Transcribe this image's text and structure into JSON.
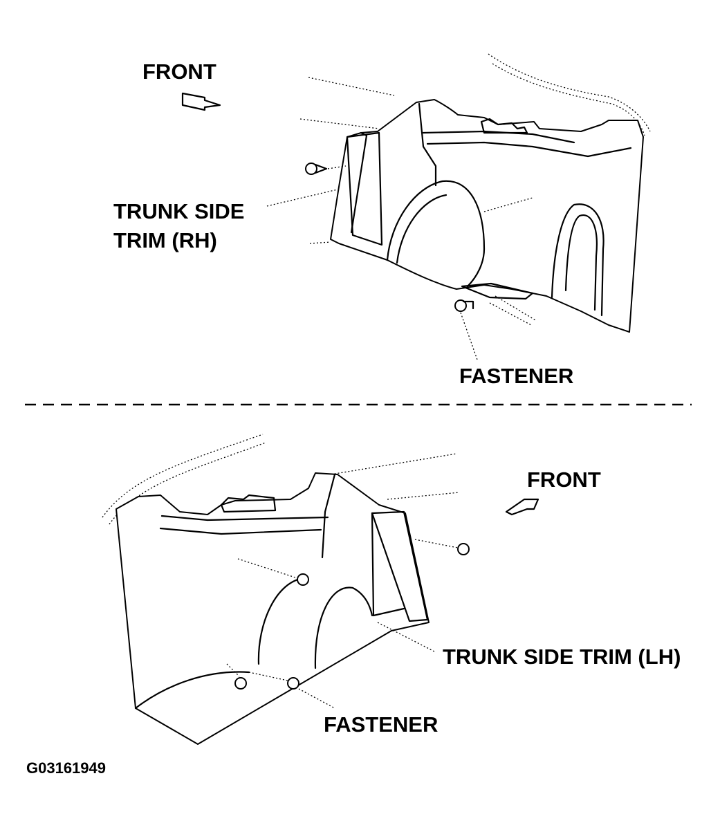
{
  "upper_view": {
    "front_label": "FRONT",
    "trim_label_line1": "TRUNK SIDE",
    "trim_label_line2": "TRIM (RH)",
    "fastener_label": "FASTENER"
  },
  "lower_view": {
    "front_label": "FRONT",
    "trim_label": "TRUNK SIDE TRIM (LH)",
    "fastener_label": "FASTENER"
  },
  "figure_id": "G03161949"
}
